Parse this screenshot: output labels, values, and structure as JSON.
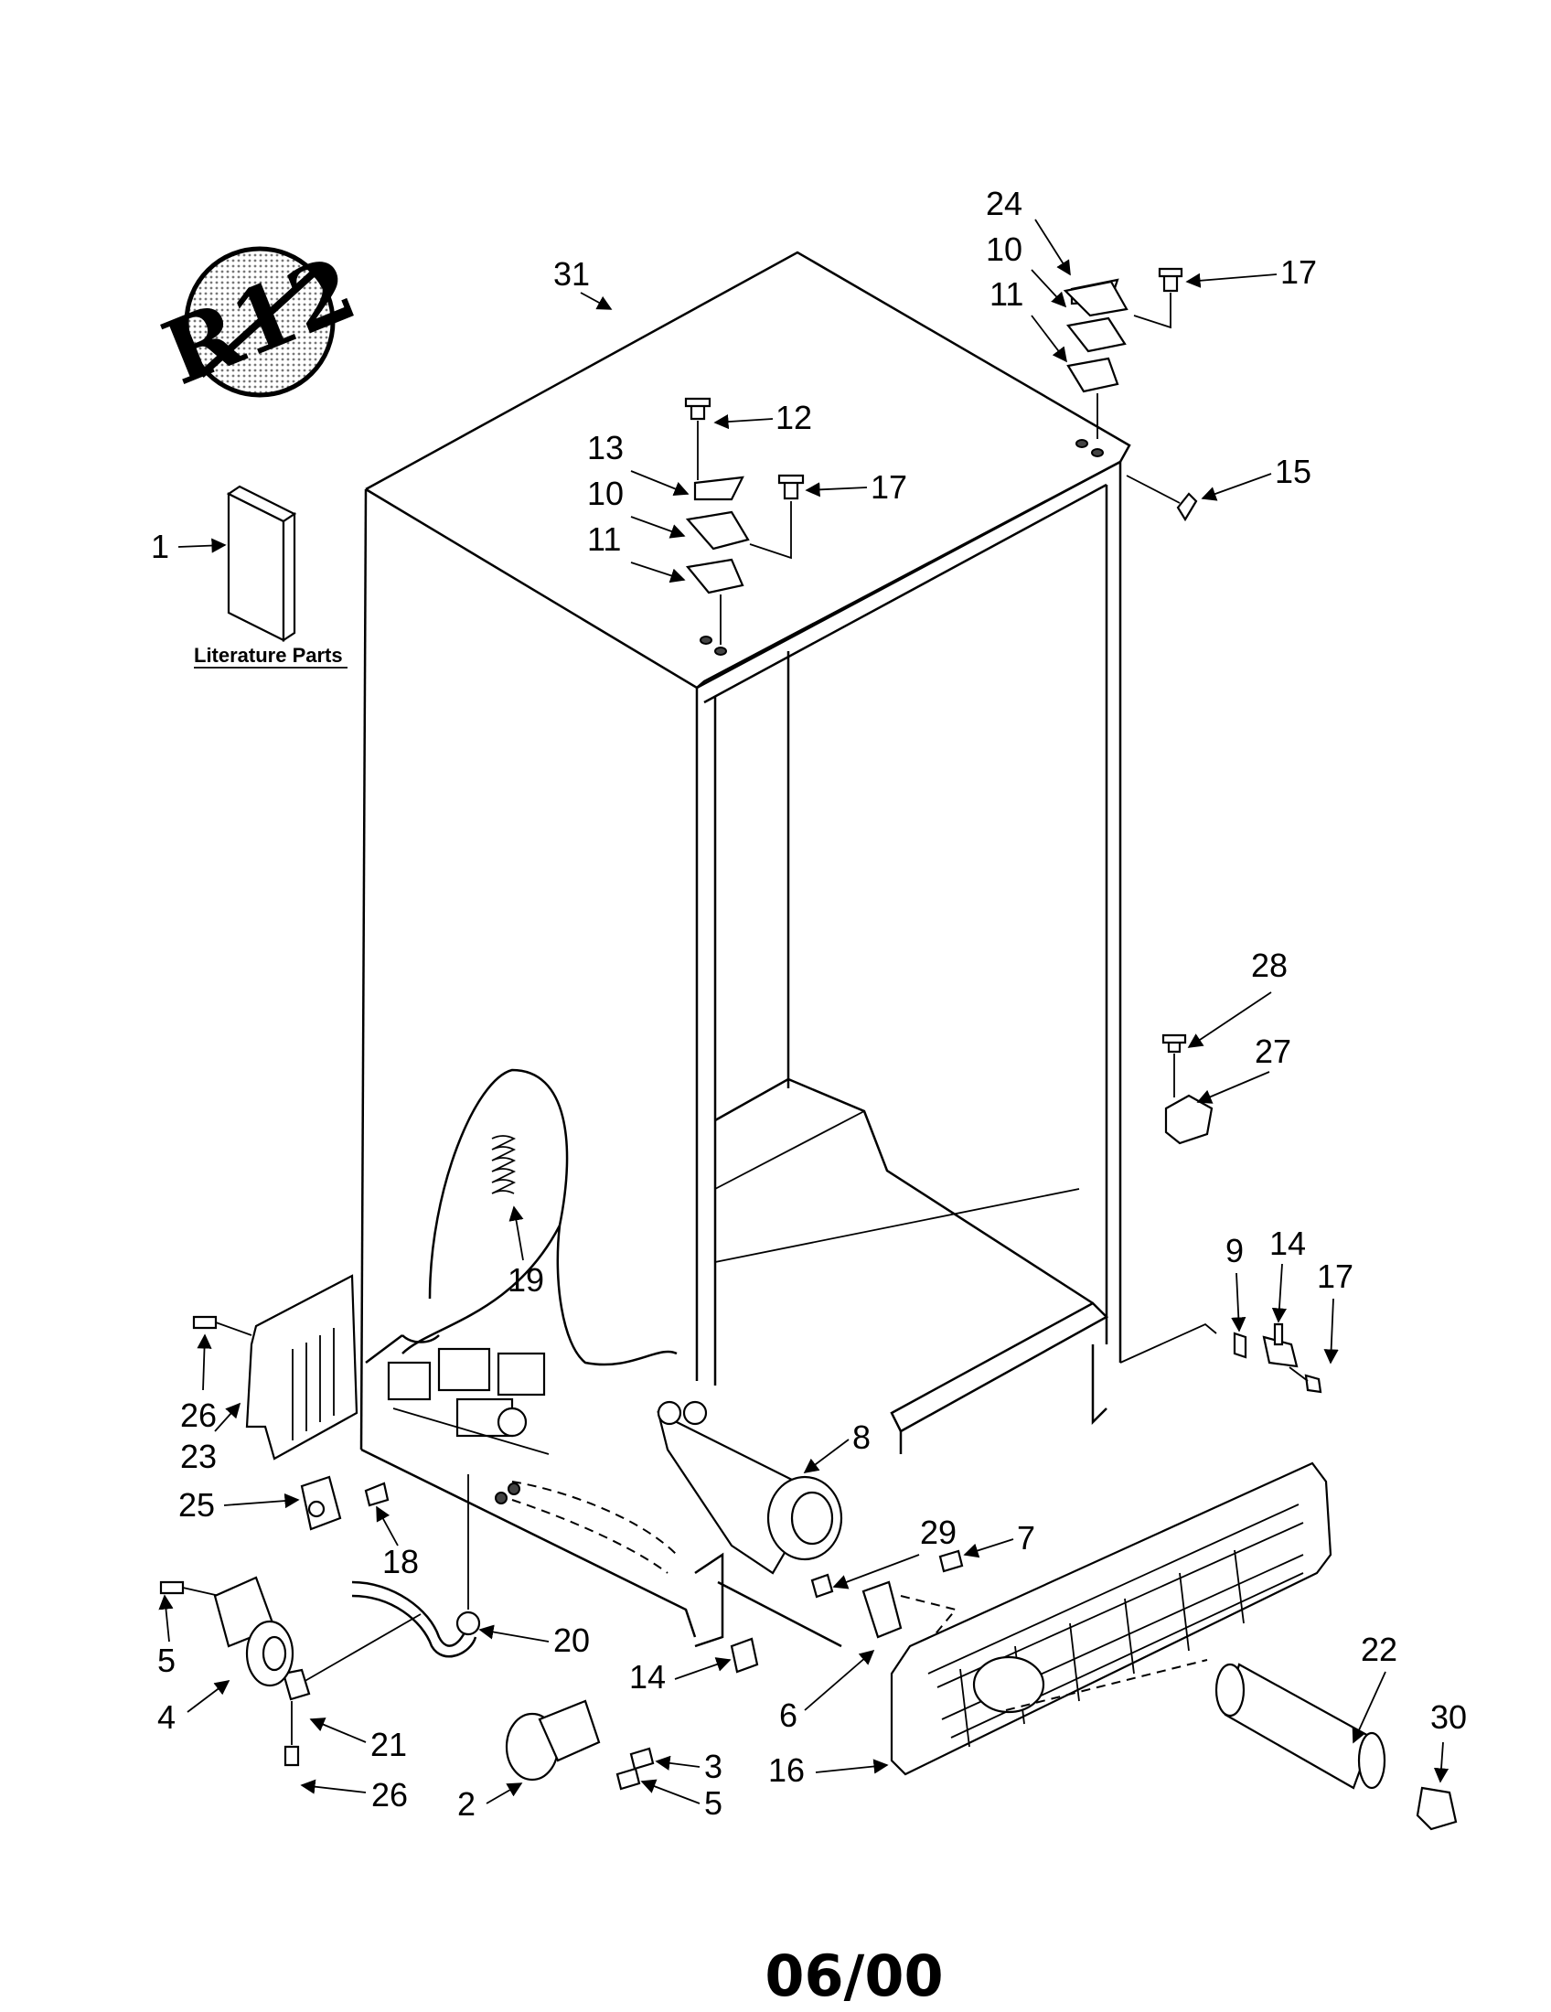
{
  "badge": {
    "text": "R12"
  },
  "literature_label": "Literature Parts",
  "date_code": "06/00",
  "callouts": [
    "1",
    "2",
    "3",
    "4",
    "5",
    "5",
    "6",
    "7",
    "8",
    "9",
    "10",
    "10",
    "11",
    "11",
    "12",
    "13",
    "14",
    "14",
    "15",
    "16",
    "17",
    "17",
    "17",
    "18",
    "19",
    "20",
    "21",
    "22",
    "23",
    "24",
    "25",
    "26",
    "26",
    "27",
    "28",
    "29",
    "30",
    "31"
  ]
}
